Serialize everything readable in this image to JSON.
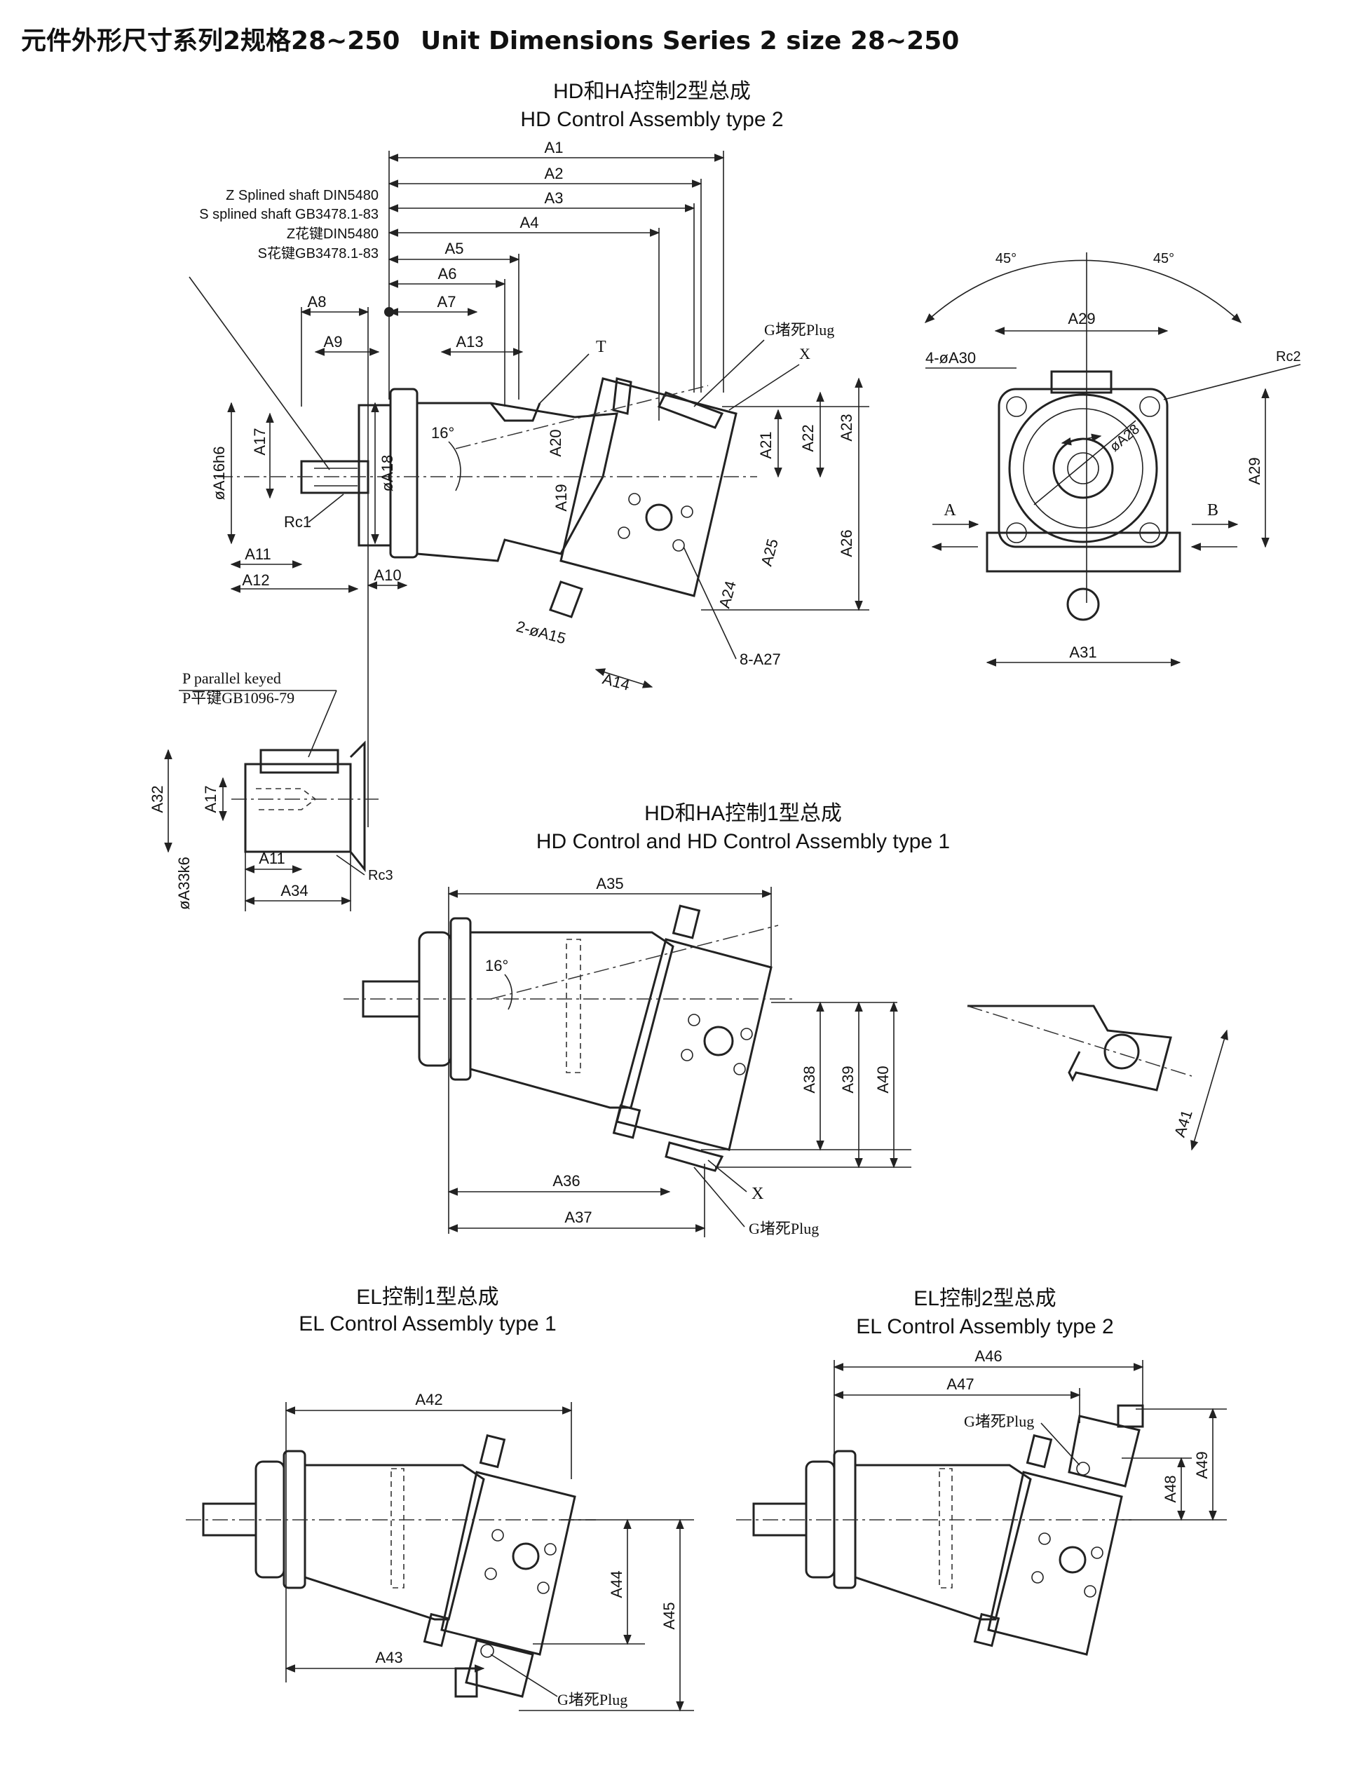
{
  "header": {
    "title_cn": "元件外形尺寸系列2规格28~250",
    "title_en": "Unit Dimensions Series 2 size 28~250"
  },
  "views": {
    "hd_type2": {
      "title_cn": "HD和HA控制2型总成",
      "title_en": "HD Control Assembly type 2",
      "shaft_notes": [
        "Z Splined shaft DIN5480",
        "S splined shaft GB3478.1-83",
        "Z花键DIN5480",
        "S花键GB3478.1-83"
      ],
      "dims_top": [
        "A1",
        "A2",
        "A3",
        "A4",
        "A5",
        "A6",
        "A7",
        "A8",
        "A9",
        "A13"
      ],
      "dims_left": [
        "A17",
        "øA16h6",
        "øA18",
        "Rc1",
        "A11",
        "A12",
        "A10"
      ],
      "dims_right": [
        "A20",
        "A19",
        "A21",
        "A22",
        "A23",
        "A25",
        "A26",
        "A24",
        "2-øA15",
        "A14",
        "8-A27"
      ],
      "angle": "16°",
      "port_t": "T",
      "port_x": "X",
      "plug": "G堵死Plug"
    },
    "end_view": {
      "angle_left": "45°",
      "angle_right": "45°",
      "labels": [
        "A29",
        "4-øA30",
        "Rc2",
        "øA28",
        "A29",
        "A31"
      ],
      "flow_a": "A",
      "flow_b": "B"
    },
    "parallel_key": {
      "note_en": "P parallel keyed",
      "note_cn": "P平键GB1096-79",
      "labels": [
        "A32",
        "A17",
        "A11",
        "A34",
        "øA33k6",
        "Rc3"
      ]
    },
    "hd_type1": {
      "title_cn": "HD和HA控制1型总成",
      "title_en": "HD Control and HD Control Assembly type 1",
      "labels": [
        "A35",
        "A38",
        "A39",
        "A40",
        "A36",
        "A37",
        "A41"
      ],
      "angle": "16°",
      "port_x": "X",
      "plug": "G堵死Plug"
    },
    "el_type1": {
      "title_cn": "EL控制1型总成",
      "title_en": "EL Control Assembly type 1",
      "labels": [
        "A42",
        "A44",
        "A45",
        "A43"
      ],
      "plug": "G堵死Plug"
    },
    "el_type2": {
      "title_cn": "EL控制2型总成",
      "title_en": "EL Control Assembly type 2",
      "labels": [
        "A46",
        "A47",
        "A48",
        "A49"
      ],
      "plug": "G堵死Plug"
    }
  },
  "style": {
    "ink": "#222222",
    "paper": "#ffffff"
  }
}
